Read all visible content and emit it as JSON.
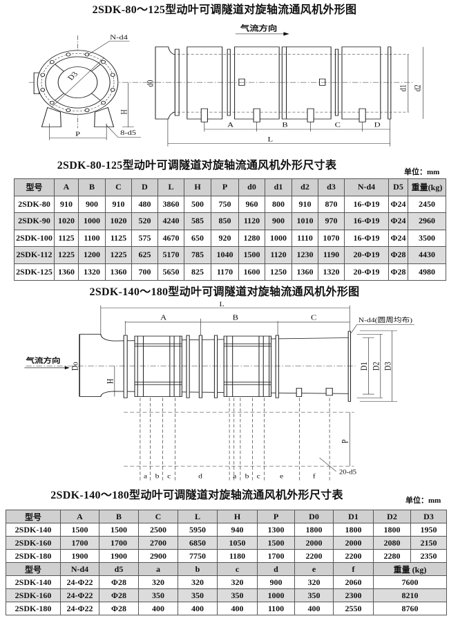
{
  "drawing1": {
    "title": "2SDK-80～125型动叶可调隧道对旋轴流通风机外形图",
    "airflow": "气流方向",
    "labels": {
      "nd4": "N-d4",
      "d3": "D3",
      "h": "H",
      "p": "P",
      "d5": "8-d5",
      "d0": "d0",
      "d1": "d1",
      "d2": "d2",
      "a": "A",
      "b": "B",
      "c": "C",
      "d": "D",
      "l": "L"
    }
  },
  "table1": {
    "title": "2SDK-80-125型动叶可调隧道对旋轴流通风机外形尺寸表",
    "unit": "单位：mm",
    "headers": [
      "型号",
      "A",
      "B",
      "C",
      "D",
      "L",
      "H",
      "P",
      "d0",
      "d1",
      "d2",
      "d3",
      "N-d4",
      "D5",
      "重量(kg)"
    ],
    "rows": [
      [
        "2SDK-80",
        "910",
        "900",
        "910",
        "480",
        "3860",
        "500",
        "750",
        "960",
        "800",
        "910",
        "870",
        "16-Φ19",
        "Φ24",
        "2450"
      ],
      [
        "2SDK-90",
        "1020",
        "1000",
        "1020",
        "520",
        "4240",
        "585",
        "850",
        "1120",
        "900",
        "1010",
        "970",
        "16-Φ19",
        "Φ24",
        "2960"
      ],
      [
        "2SDK-100",
        "1125",
        "1100",
        "1125",
        "575",
        "4670",
        "650",
        "920",
        "1280",
        "1000",
        "1110",
        "1070",
        "16-Φ19",
        "Φ24",
        "3500"
      ],
      [
        "2SDK-112",
        "1225",
        "1200",
        "1225",
        "625",
        "5170",
        "785",
        "1040",
        "1500",
        "1120",
        "1230",
        "1190",
        "20-Φ19",
        "Φ28",
        "4430"
      ],
      [
        "2SDK-125",
        "1360",
        "1320",
        "1360",
        "700",
        "5650",
        "825",
        "1170",
        "1600",
        "1250",
        "1360",
        "1320",
        "20-Φ19",
        "Φ28",
        "4980"
      ]
    ]
  },
  "drawing2": {
    "title": "2SDK-140～180型动叶可调隧道对旋轴流通风机外形图",
    "airflow": "气流方向",
    "labels": {
      "l": "L",
      "a_big": "A",
      "b_big": "B",
      "c_big": "C",
      "nd4": "N-d4(圆周均布)",
      "do": "Do",
      "h": "H",
      "d1": "D1",
      "d2": "D2",
      "d3": "D3",
      "p": "P",
      "d5": "20-d5"
    },
    "bottom_labels": [
      "a",
      "b",
      "c",
      "d",
      "a",
      "b",
      "c",
      "e",
      "f"
    ]
  },
  "table2": {
    "title": "2SDK-140～180型动叶可调隧道对旋轴流通风机外形尺寸表",
    "unit": "单位：mm",
    "headers1": [
      "型号",
      "A",
      "B",
      "C",
      "L",
      "H",
      "P",
      "D0",
      "D1",
      "D2",
      "D3"
    ],
    "rows1": [
      [
        "2SDK-140",
        "1500",
        "1500",
        "2500",
        "5950",
        "940",
        "1300",
        "1800",
        "1800",
        "1800",
        "1950"
      ],
      [
        "2SDK-160",
        "1700",
        "1700",
        "2700",
        "6850",
        "1050",
        "1500",
        "2000",
        "2000",
        "2080",
        "2150"
      ],
      [
        "2SDK-180",
        "1900",
        "1900",
        "2900",
        "7750",
        "1180",
        "1700",
        "2200",
        "2200",
        "2280",
        "2350"
      ]
    ],
    "headers2": [
      "型号",
      "N-d4",
      "d5",
      "a",
      "b",
      "c",
      "d",
      "e",
      "f",
      "重量 (kg)"
    ],
    "rows2": [
      [
        "2SDK-140",
        "24-Φ22",
        "Φ28",
        "320",
        "320",
        "320",
        "900",
        "320",
        "2060",
        "7600"
      ],
      [
        "2SDK-160",
        "24-Φ22",
        "Φ28",
        "350",
        "350",
        "350",
        "1000",
        "350",
        "2300",
        "8210"
      ],
      [
        "2SDK-180",
        "24-Φ22",
        "Φ28",
        "400",
        "400",
        "400",
        "1100",
        "400",
        "2550",
        "8760"
      ]
    ]
  }
}
